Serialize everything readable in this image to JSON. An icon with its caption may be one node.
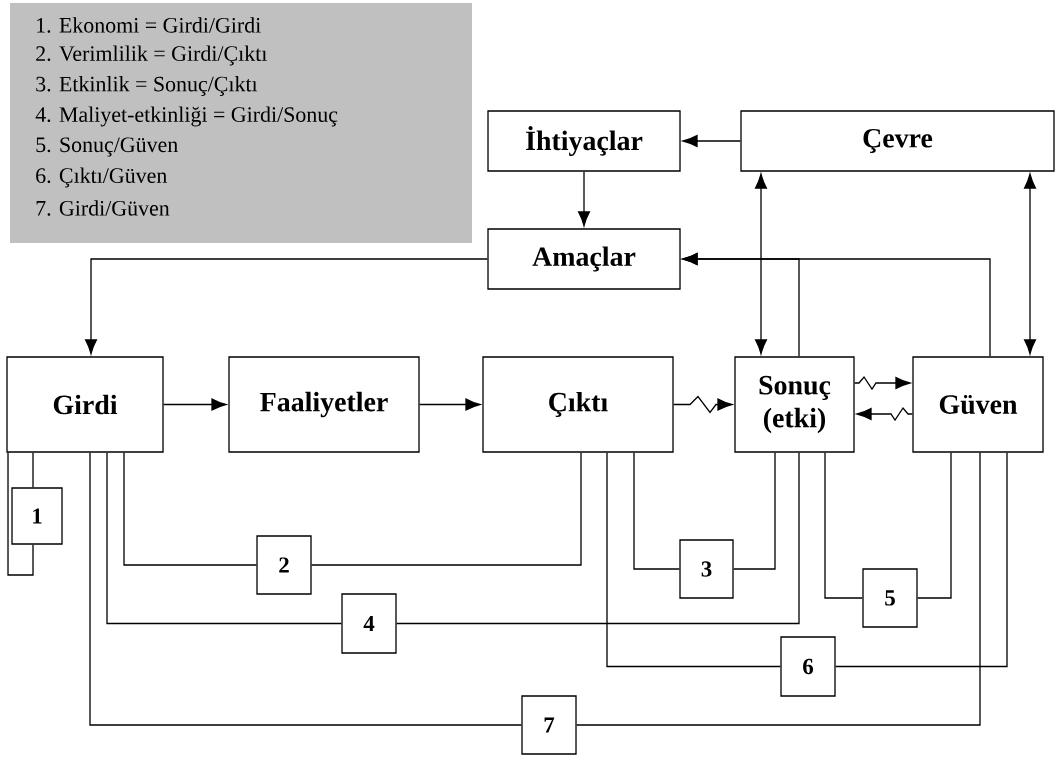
{
  "diagram": {
    "nodes": [
      {
        "text": [
          "1. Ekonomi = Girdi/Girdi",
          "2. Verimlilik = Girdi/Çıktı",
          "3. Etkinlik = Sonuç/Çıktı",
          "4. Maliyet-etkinliği = Girdi/Sonuç",
          "5. Sonuç/Güven",
          "6. Çıktı/Güven",
          "7. Girdi/Güven"
        ]
      },
      {
        "text": [
          "İhtiyaçlar"
        ]
      },
      {
        "text": [
          "Çevre"
        ]
      },
      {
        "text": [
          "Amaçlar"
        ]
      },
      {
        "text": [
          "Girdi"
        ]
      },
      {
        "text": [
          "Faaliyetler"
        ]
      },
      {
        "text": [
          "Çıktı"
        ]
      },
      {
        "text": [
          "Sonuç (etki)"
        ]
      },
      {
        "text": [
          "Güven"
        ]
      },
      {
        "text": [
          "1"
        ]
      },
      {
        "text": [
          "2"
        ]
      },
      {
        "text": [
          "3"
        ]
      },
      {
        "text": [
          "4"
        ]
      },
      {
        "text": [
          "5"
        ]
      },
      {
        "text": [
          "6"
        ]
      },
      {
        "text": [
          "7"
        ]
      }
    ],
    "edges": [
      {
        "from": 2,
        "to": 1,
        "arrow": "to"
      },
      {
        "from": 1,
        "to": 3,
        "arrow": "to"
      },
      {
        "from": 3,
        "to": 4,
        "arrow": "to"
      },
      {
        "from": 4,
        "to": 5,
        "arrow": "to"
      },
      {
        "from": 5,
        "to": 6,
        "arrow": "to"
      },
      {
        "from": 6,
        "to": 7,
        "arrow": "to"
      },
      {
        "from": 7,
        "to": 8,
        "arrow": "to"
      },
      {
        "from": 8,
        "to": 7,
        "arrow": "to"
      },
      {
        "from": 7,
        "to": 2,
        "arrow": "both"
      },
      {
        "from": 8,
        "to": 2,
        "arrow": "both"
      },
      {
        "from": 7,
        "to": 3,
        "arrow": "to"
      },
      {
        "from": 8,
        "to": 3,
        "arrow": "to"
      },
      {
        "from": 4,
        "to": 9,
        "arrow": "none"
      },
      {
        "from": 9,
        "to": 4,
        "arrow": "none"
      },
      {
        "from": 4,
        "to": 10,
        "arrow": "none"
      },
      {
        "from": 10,
        "to": 6,
        "arrow": "none"
      },
      {
        "from": 6,
        "to": 11,
        "arrow": "none"
      },
      {
        "from": 11,
        "to": 7,
        "arrow": "none"
      },
      {
        "from": 4,
        "to": 12,
        "arrow": "none"
      },
      {
        "from": 12,
        "to": 7,
        "arrow": "none"
      },
      {
        "from": 7,
        "to": 13,
        "arrow": "none"
      },
      {
        "from": 13,
        "to": 8,
        "arrow": "none"
      },
      {
        "from": 6,
        "to": 14,
        "arrow": "none"
      },
      {
        "from": 14,
        "to": 8,
        "arrow": "none"
      },
      {
        "from": 4,
        "to": 15,
        "arrow": "none"
      },
      {
        "from": 15,
        "to": 8,
        "arrow": "none"
      }
    ]
  }
}
